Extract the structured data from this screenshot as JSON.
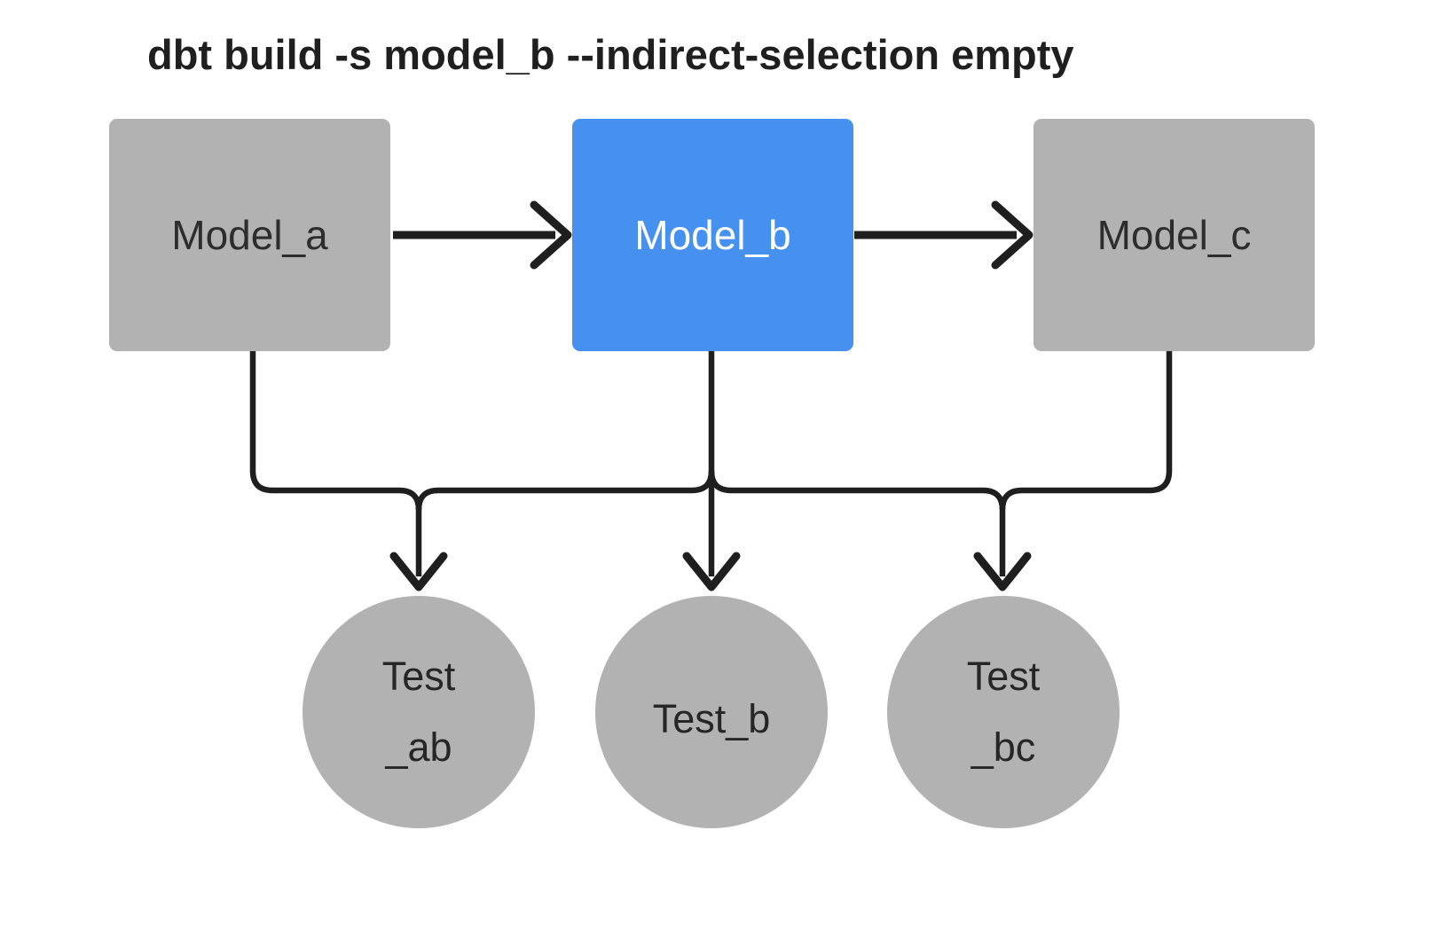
{
  "title": "dbt build -s model_b --indirect-selection empty",
  "colors": {
    "background": "#ffffff",
    "node_gray": "#b2b2b2",
    "selected_node_blue": "#4691f0",
    "edge_black": "#1f1f1f",
    "selected_text": "#ffffff",
    "node_text_dark": "#2d2d2d"
  },
  "diagram": {
    "type": "dag",
    "models": [
      {
        "id": "model_a",
        "label": "Model_a",
        "selected": false
      },
      {
        "id": "model_b",
        "label": "Model_b",
        "selected": true
      },
      {
        "id": "model_c",
        "label": "Model_c",
        "selected": false
      }
    ],
    "tests": [
      {
        "id": "test_ab",
        "label_lines": [
          "Test",
          "_ab"
        ]
      },
      {
        "id": "test_b",
        "label_lines": [
          "Test_b"
        ]
      },
      {
        "id": "test_bc",
        "label_lines": [
          "Test",
          "_bc"
        ]
      }
    ],
    "edges": [
      {
        "from": "model_a",
        "to": "model_b"
      },
      {
        "from": "model_b",
        "to": "model_c"
      },
      {
        "from": "model_a",
        "to": "test_ab"
      },
      {
        "from": "model_b",
        "to": "test_ab"
      },
      {
        "from": "model_b",
        "to": "test_b"
      },
      {
        "from": "model_b",
        "to": "test_bc"
      },
      {
        "from": "model_c",
        "to": "test_bc"
      }
    ]
  }
}
